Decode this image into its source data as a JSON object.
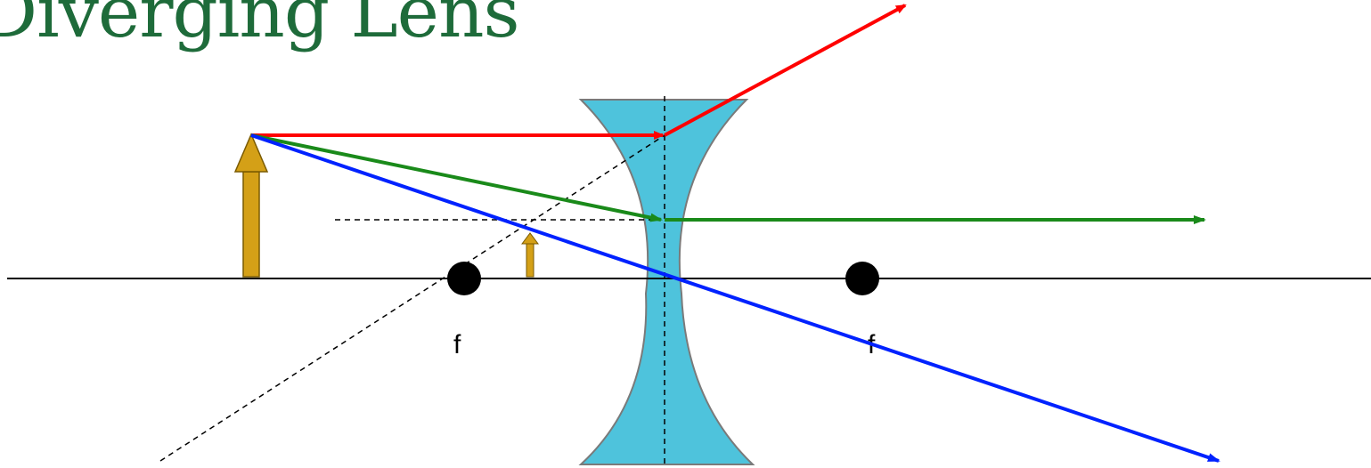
{
  "title": "Diverging Lens",
  "focal_points": [
    {
      "label": "f"
    },
    {
      "label": "f"
    }
  ],
  "colors": {
    "title": "#1e6b3a",
    "lens_fill": "#4ec3dc",
    "lens_stroke": "#7a7a7a",
    "object_arrow": "#d4a017",
    "ray_parallel": "#ff0000",
    "ray_toward_focus": "#1a8a1a",
    "ray_center": "#0022ff",
    "axis": "#000000"
  }
}
